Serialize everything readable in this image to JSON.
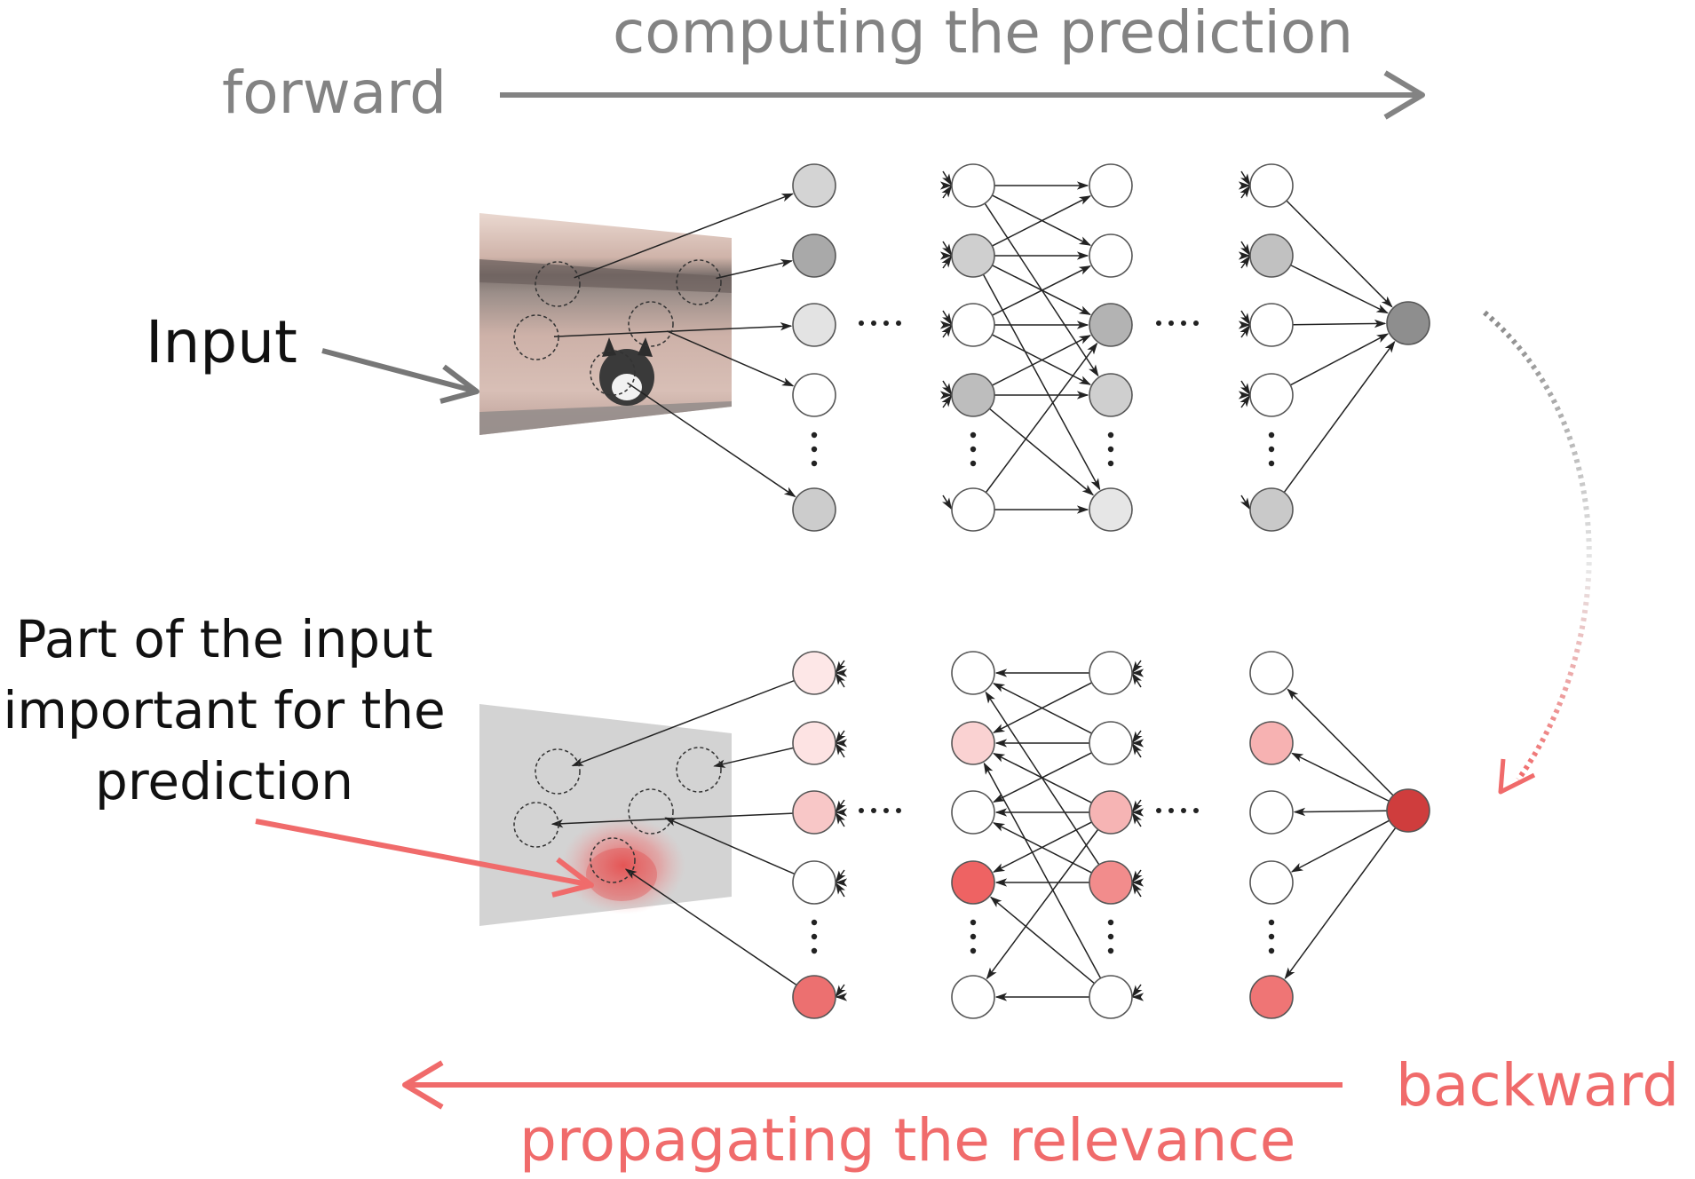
{
  "labels": {
    "top_caption": "computing the prediction",
    "forward": "forward",
    "input": "Input",
    "important_part": "Part of the input important for the prediction",
    "backward": "backward",
    "bottom_caption": "propagating the relevance"
  },
  "colors": {
    "forward_gray": "#838383",
    "backward_red": "#f06b6b",
    "node_outline": "#555555",
    "output_gray": "#8e8e8e",
    "output_red": "#cf3d3d"
  },
  "forward_network": {
    "layer1_shades": [
      "#d4d4d4",
      "#a9a9a9",
      "#e3e3e3",
      "#ffffff",
      "#cccccc"
    ],
    "layer2_shades": [
      "#ffffff",
      "#cfcfcf",
      "#ffffff",
      "#bdbdbd",
      "#ffffff"
    ],
    "layer3_shades": [
      "#ffffff",
      "#ffffff",
      "#b3b3b3",
      "#cfcfcf",
      "#e6e6e6"
    ],
    "layer4_shades": [
      "#ffffff",
      "#c1c1c1",
      "#ffffff",
      "#ffffff",
      "#c9c9c9"
    ]
  },
  "backward_network": {
    "layer1_shades": [
      "#fde7e7",
      "#fde3e3",
      "#f8c7c7",
      "#ffffff",
      "#ec7070"
    ],
    "layer2_shades": [
      "#ffffff",
      "#fad2d2",
      "#ffffff",
      "#ee6363",
      "#ffffff"
    ],
    "layer3_shades": [
      "#ffffff",
      "#ffffff",
      "#f6b4b4",
      "#f28c8c",
      "#ffffff"
    ],
    "layer4_shades": [
      "#ffffff",
      "#f7b2b2",
      "#ffffff",
      "#ffffff",
      "#ef7575"
    ]
  }
}
